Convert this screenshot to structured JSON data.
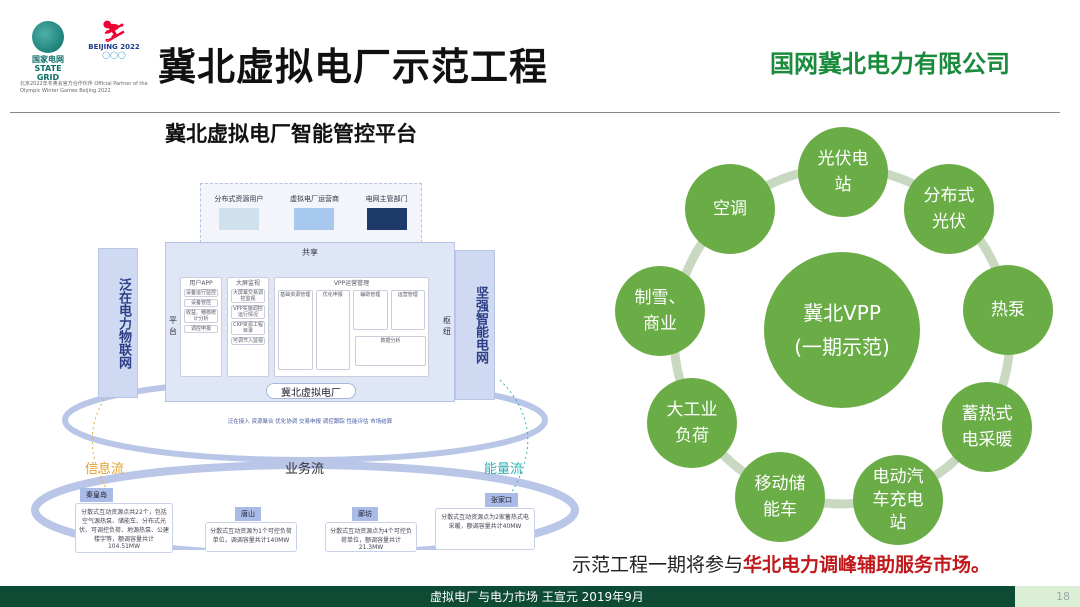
{
  "header": {
    "logo_text": "国家电网 STATE GRID",
    "olympic_text": "BEIJING 2022",
    "partner_tagline": "北京2022年冬奥会官方合作伙伴 Official Partner of the Olympic Winter Games Beijing 2022",
    "title": "冀北虚拟电厂示范工程",
    "company": "国网冀北电力有限公司"
  },
  "left": {
    "subtitle": "冀北虚拟电厂智能管控平台",
    "top_users": [
      "分布式资源用户",
      "虚拟电厂运营商",
      "电网主管部门"
    ],
    "share": "共享",
    "side_left": "泛在电力物联网",
    "side_right": "坚强智能电网",
    "platform_left": "平台",
    "platform_right": "枢纽",
    "modules": [
      {
        "title": "用户APP",
        "items": [
          "设备运行监控",
          "设备管控",
          "收益、稽核统计分析",
          "调控申报"
        ]
      },
      {
        "title": "大屏监视",
        "items": [
          "大屏幕交易调控监视",
          "VPP实施调控运行情况",
          "CKP资源工程目录",
          "可调节入监视"
        ]
      },
      {
        "title": "VPP运营管理",
        "items": [
          "基础资源管理",
          "优化申报",
          "辅助管理",
          "运营管理",
          "数据分析"
        ]
      }
    ],
    "core": "冀北虚拟电厂",
    "core_functions": "泛在接入 资源聚合 优化协调 交易申报 调控跟踪 性能评估 市场结算",
    "flows": {
      "info": "信息流",
      "business": "业务流",
      "energy": "能量流"
    },
    "cities": [
      {
        "name": "秦皇岛",
        "desc": "分散式互动资源点共22个，包括空气源热泵、储能车、分布式光伏、可调控负荷、地源热泵、公建楼宇等，额调容量共计104.51MW"
      },
      {
        "name": "唐山",
        "desc": "分散式互动资源为1个可控负荷单位，调调容量共计140MW"
      },
      {
        "name": "廊坊",
        "desc": "分散式互动资源点为4个可控负荷单位，额调容量共计21.3MW"
      },
      {
        "name": "张家口",
        "desc": "分散式互动资源点为2家蓄热式电采暖，额调容量共计40MW"
      }
    ]
  },
  "right": {
    "center": [
      "冀北VPP",
      "(一期示范)"
    ],
    "nodes": [
      [
        "光伏电",
        "站"
      ],
      [
        "分布式",
        "光伏"
      ],
      [
        "热泵"
      ],
      [
        "蓄热式",
        "电采暖"
      ],
      [
        "电动汽",
        "车充电",
        "站"
      ],
      [
        "移动储",
        "能车"
      ],
      [
        "大工业",
        "负荷"
      ],
      [
        "制雪、",
        "商业"
      ],
      [
        "空调"
      ]
    ],
    "colors": {
      "node": "#6aad46",
      "ring": "#c9d8c1"
    }
  },
  "summary": {
    "prefix": "示范工程一期将参与",
    "highlight": "华北电力调峰辅助服务市场。"
  },
  "footer": {
    "text": "虚拟电厂与电力市场 王宣元 2019年9月",
    "page": "18"
  }
}
